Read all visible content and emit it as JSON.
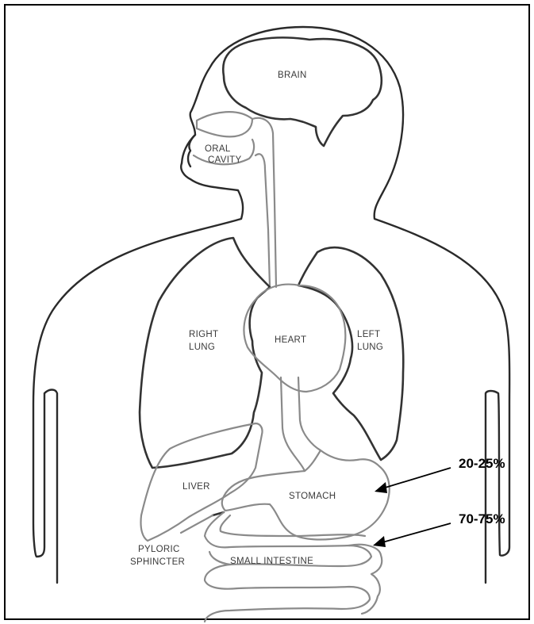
{
  "labels": {
    "brain": "BRAIN",
    "oral_cavity_1": "ORAL",
    "oral_cavity_2": "CAVITY",
    "right_lung_1": "RIGHT",
    "right_lung_2": "LUNG",
    "heart": "HEART",
    "left_lung_1": "LEFT",
    "left_lung_2": "LUNG",
    "liver": "LIVER",
    "stomach": "STOMACH",
    "pyloric_1": "PYLORIC",
    "pyloric_2": "SPHINCTER",
    "small_intestine": "SMALL INTESTINE"
  },
  "annotations": {
    "stomach_pct": "20-25%",
    "intestine_pct": "70-75%"
  },
  "colors": {
    "outline": "#2a2a2a",
    "organ_gray": "#8a8a8a",
    "arrow": "#000000"
  }
}
